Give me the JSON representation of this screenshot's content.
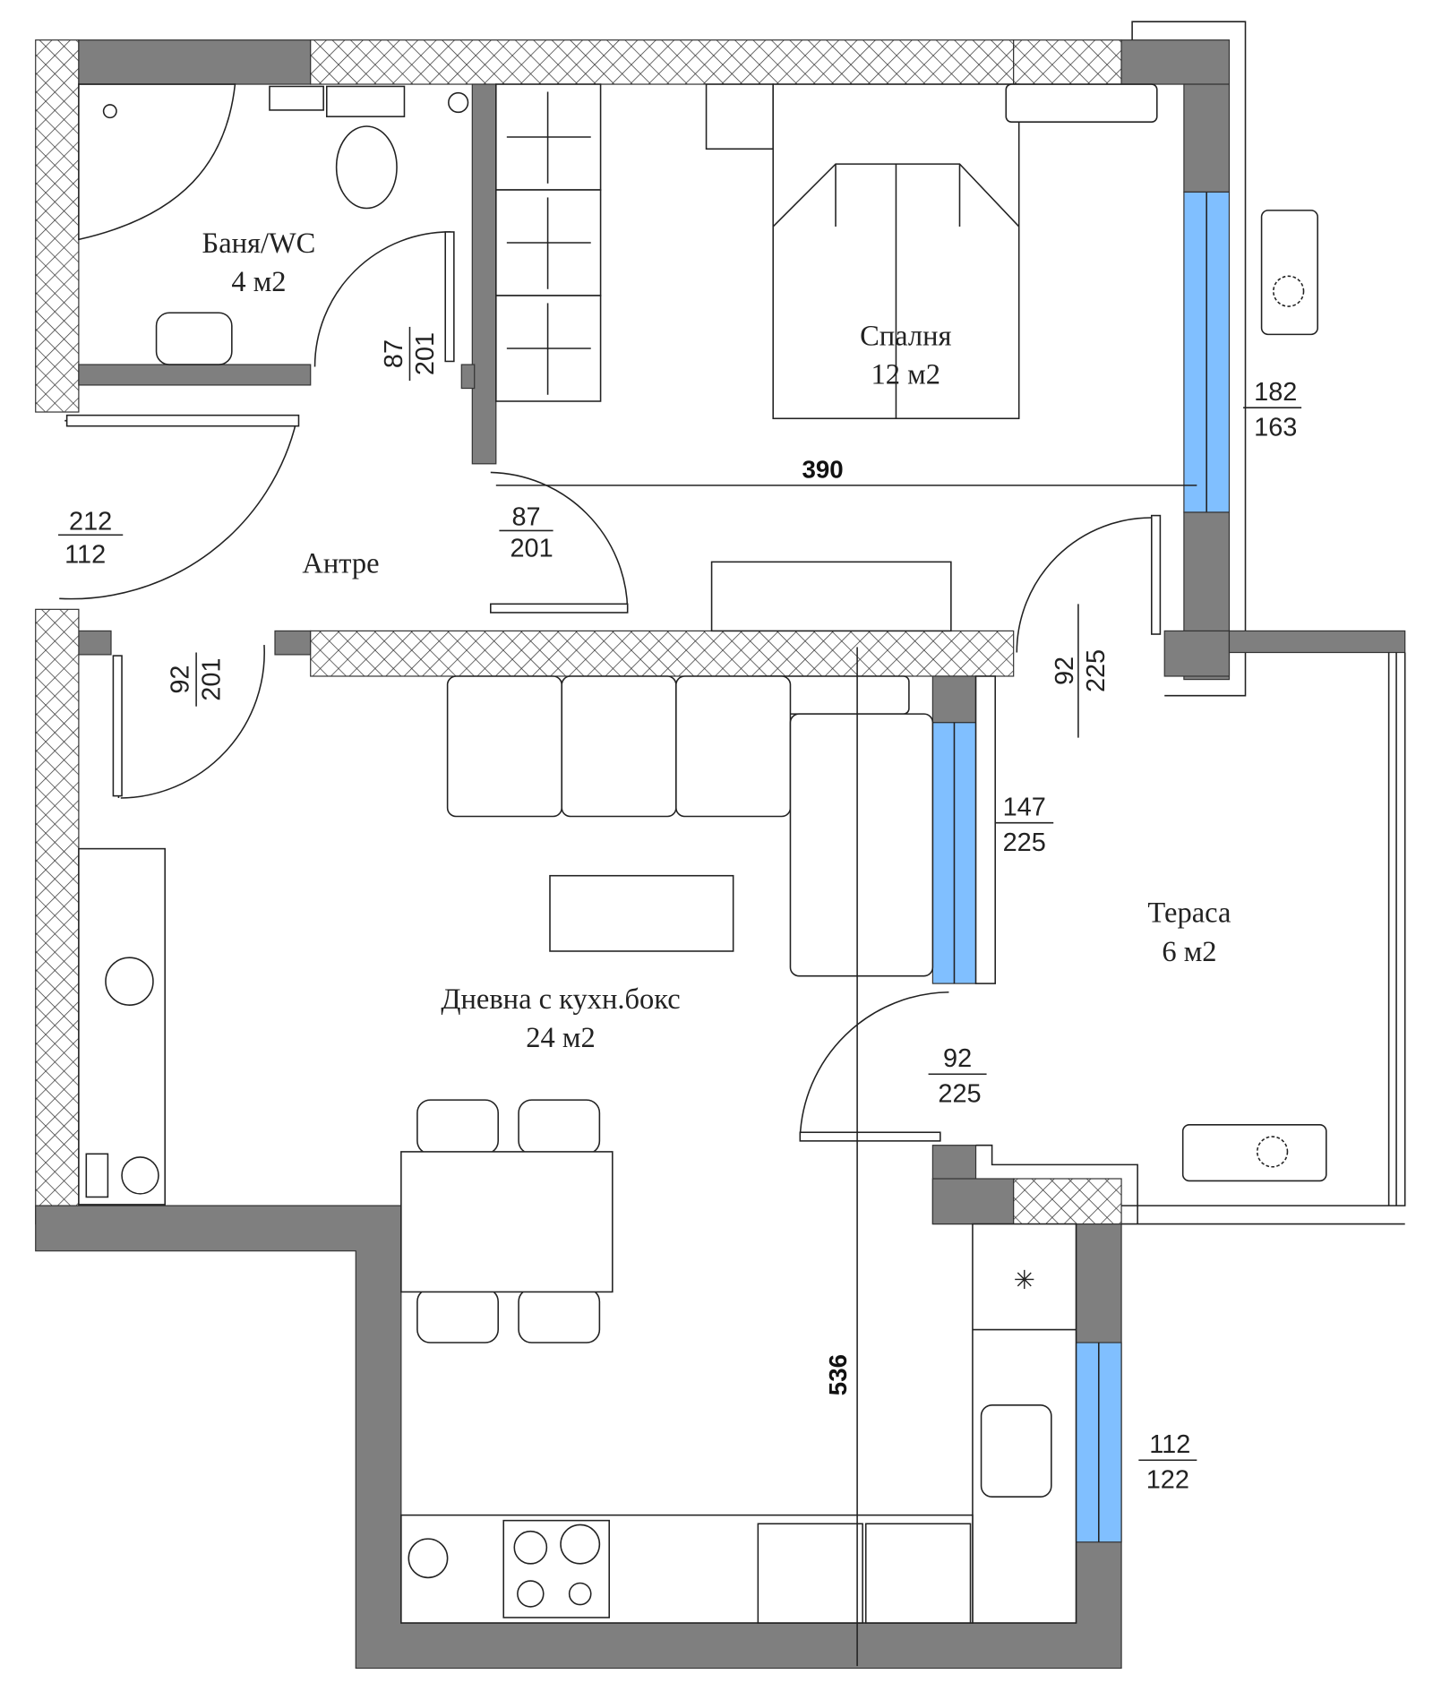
{
  "plan": {
    "rooms": [
      {
        "name": "Баня/WC",
        "area": "4 м2"
      },
      {
        "name": "Спалня",
        "area": "12 м2"
      },
      {
        "name": "Антре",
        "area": ""
      },
      {
        "name": "Дневна с кухн.бокс",
        "area": "24 м2"
      },
      {
        "name": "Тераса",
        "area": "6 м2"
      }
    ],
    "openings": [
      {
        "top": "87",
        "bottom": "201"
      },
      {
        "top": "87",
        "bottom": "201"
      },
      {
        "top": "212",
        "bottom": "112"
      },
      {
        "top": "92",
        "bottom": "201"
      },
      {
        "top": "182",
        "bottom": "163"
      },
      {
        "top": "92",
        "bottom": "225"
      },
      {
        "top": "147",
        "bottom": "225"
      },
      {
        "top": "92",
        "bottom": "225"
      },
      {
        "top": "112",
        "bottom": "122"
      }
    ],
    "dimensions": {
      "bedroom_width": "390",
      "living_length": "536"
    },
    "colors": {
      "wall": "#7f7f7f",
      "glass": "#80bfff"
    }
  }
}
